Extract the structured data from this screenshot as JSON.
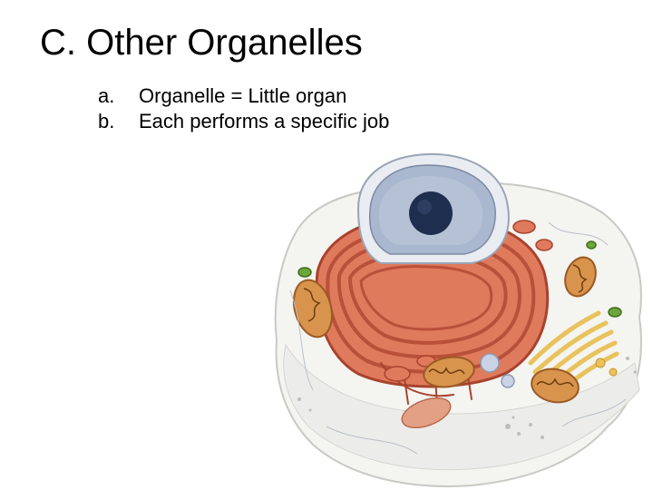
{
  "slide": {
    "title": "C. Other Organelles",
    "bullets": [
      {
        "marker": "a.",
        "text": "Organelle = Little organ"
      },
      {
        "marker": "b.",
        "text": "Each performs a specific job"
      }
    ]
  },
  "illustration": {
    "subject": "cutaway animal cell",
    "colors": {
      "cytoplasm": "#f4f4f0",
      "outline": "#c9c9c4",
      "er": "#d8664a",
      "er_dark": "#a8432e",
      "nucleus_envelope": "#e9ecf1",
      "nucleoplasm": "#a9b8cf",
      "nucleolus": "#1e2e4e",
      "mitochondria": "#d8944d",
      "golgi": "#e8c25c",
      "vesicle": "#6aa83b"
    }
  }
}
